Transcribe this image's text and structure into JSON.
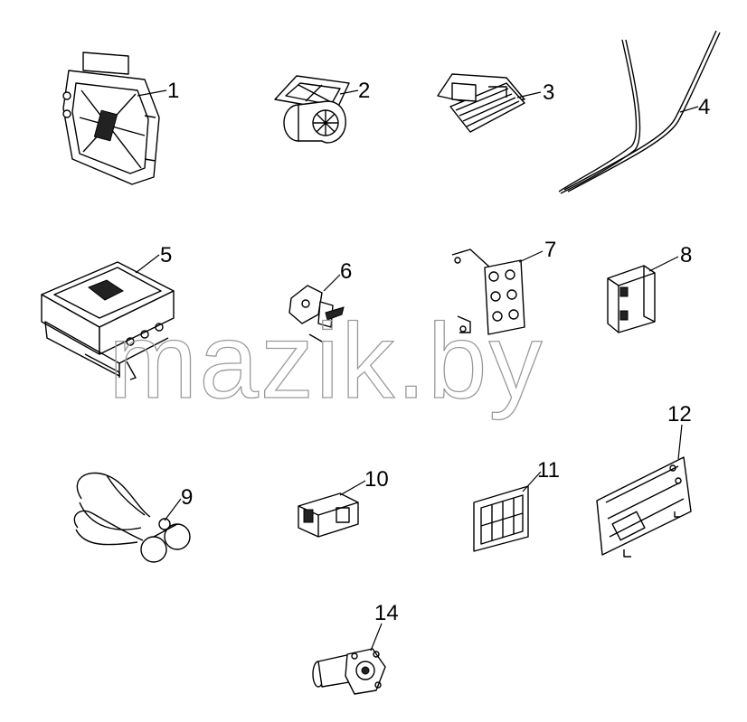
{
  "watermark": "mazik.by",
  "labels": {
    "p1": "1",
    "p2": "2",
    "p3": "3",
    "p4": "4",
    "p5": "5",
    "p6": "6",
    "p7": "7",
    "p8": "8",
    "p9": "9",
    "p10": "10",
    "p11": "11",
    "p12": "12",
    "p14": "14"
  }
}
